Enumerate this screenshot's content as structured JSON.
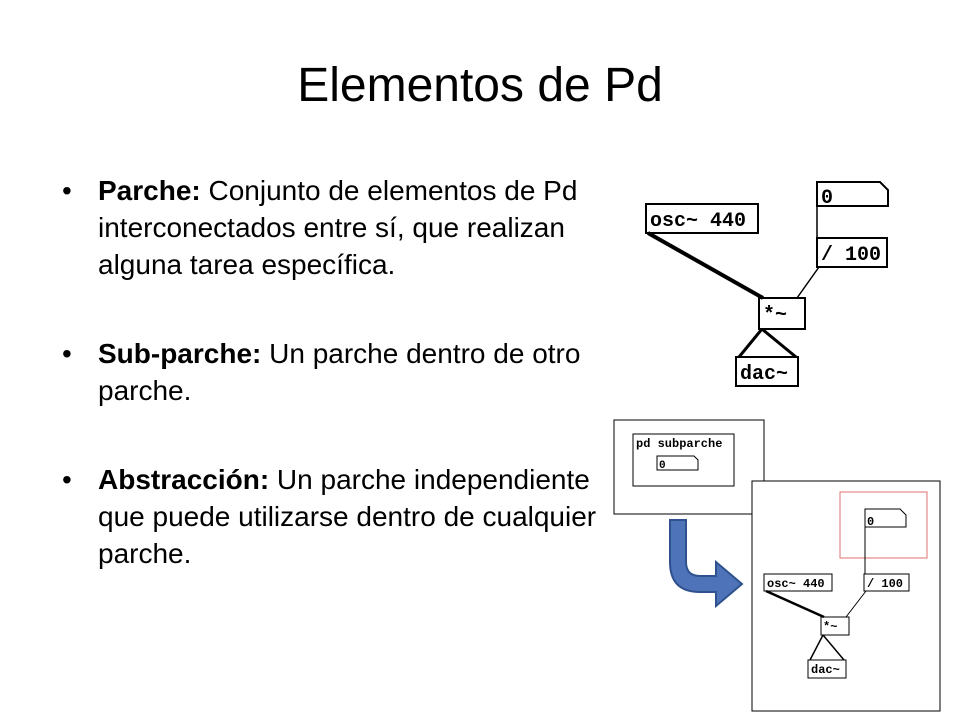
{
  "slide": {
    "title": "Elementos de Pd",
    "bullets": [
      {
        "term": "Parche:",
        "text": " Conjunto de elementos de Pd interconectados entre sí, que realizan alguna tarea específica."
      },
      {
        "term": "Sub-parche:",
        "text": " Un parche dentro de otro parche."
      },
      {
        "term": "Abstracción:",
        "text": " Un parche independiente que puede utilizarse dentro de cualquier parche."
      }
    ]
  },
  "patch_large": {
    "number_box": "0",
    "osc": "osc~ 440",
    "divide": "/ 100",
    "multiply": "*~",
    "dac": "dac~"
  },
  "subpatch_window": {
    "subpatch_label": "pd subparche",
    "number_box": "0"
  },
  "patch_small": {
    "number_box": "0",
    "osc": "osc~ 440",
    "divide": "/ 100",
    "multiply": "*~",
    "dac": "dac~"
  },
  "colors": {
    "arrow_fill": "#4f73b8",
    "arrow_stroke": "#2f528f",
    "highlight": "#e07070"
  }
}
